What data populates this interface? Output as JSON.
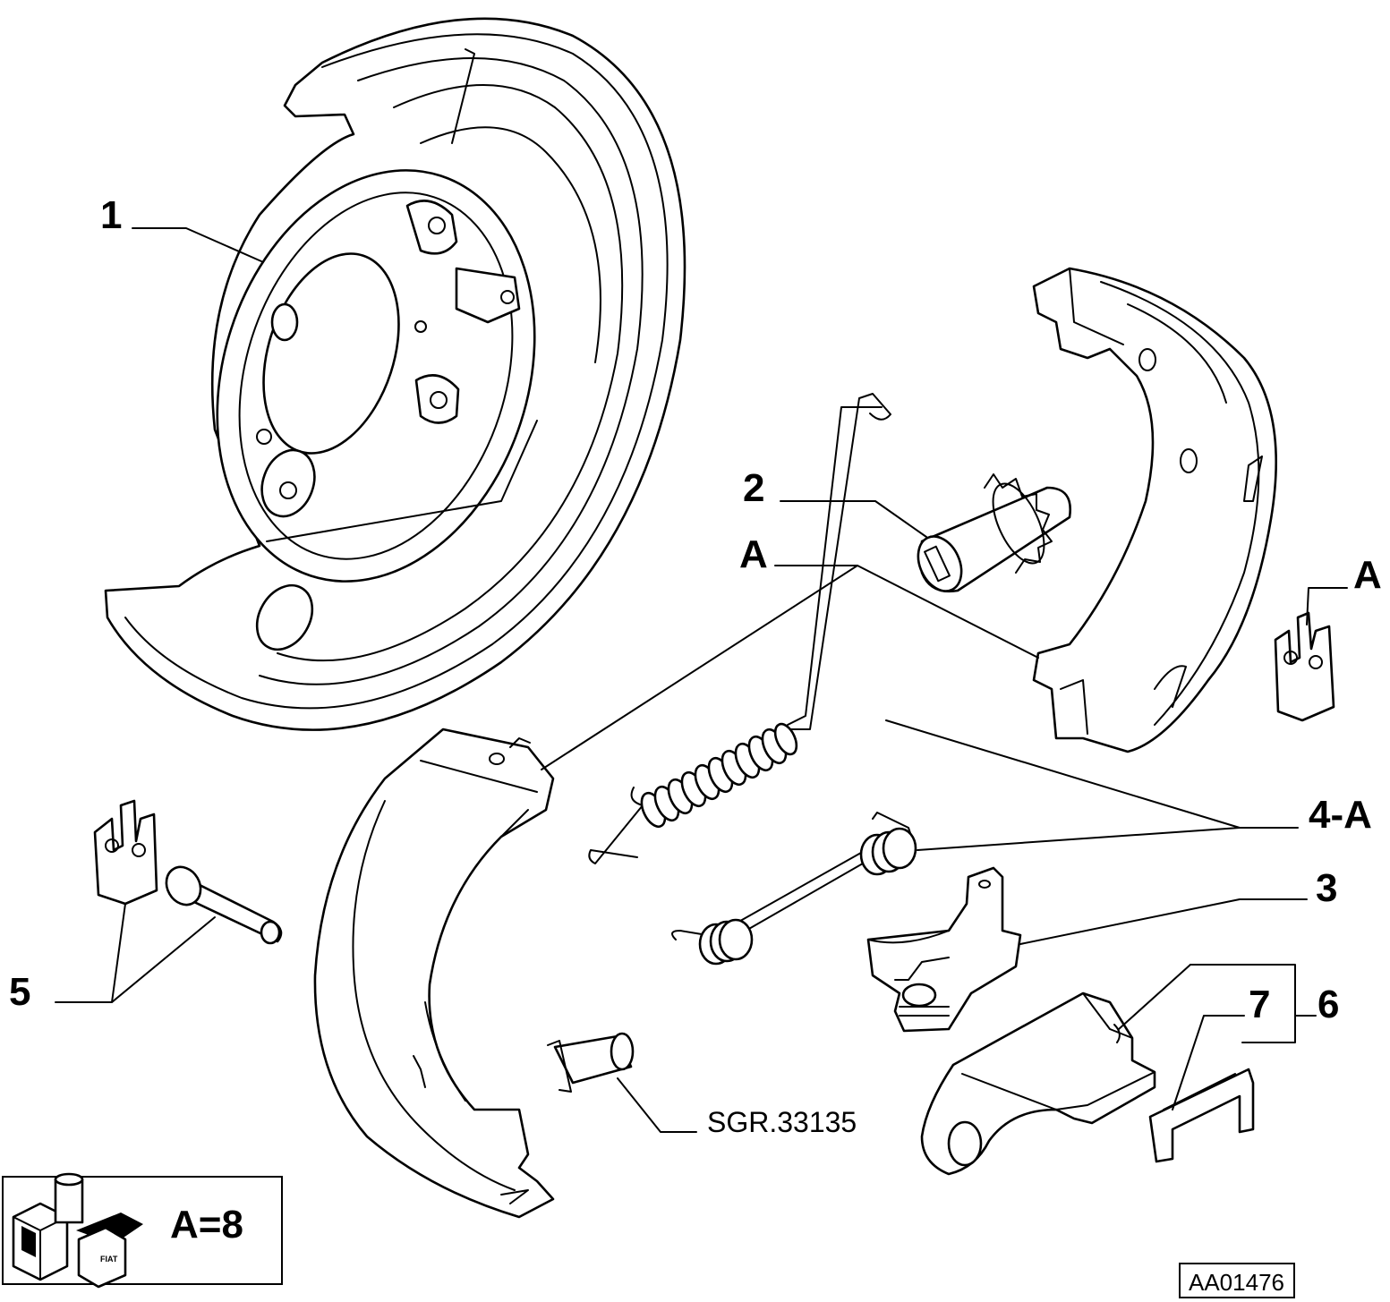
{
  "callouts": {
    "c1": "1",
    "c2": "2",
    "cA_center": "A",
    "cA_right": "A",
    "c4A": "4-A",
    "c3": "3",
    "c5": "5",
    "c7": "7",
    "c6": "6"
  },
  "part_code": "SGR.33135",
  "legend": {
    "text": "A=8",
    "logo_label": "FIAT"
  },
  "reference": "AA01476"
}
